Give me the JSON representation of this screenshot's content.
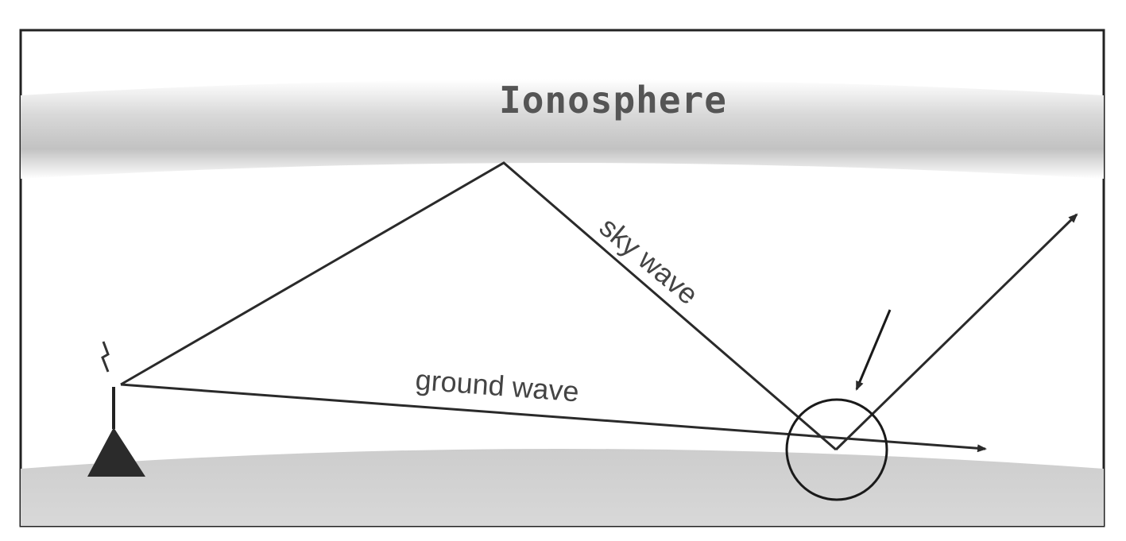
{
  "diagram": {
    "ionosphere_label": "Ionosphere",
    "sky_wave_label": "sky wave",
    "ground_wave_label": "ground wave"
  },
  "icons": {
    "transmitter": "transmitter-tower-icon",
    "signal": "lightning-signal-icon",
    "interference_marker": "circle-highlight",
    "pointer": "arrow-pointer-icon"
  },
  "colors": {
    "frame": "#222222",
    "ionosphere_band": "#c8c8c8",
    "ground": "#cfcfcf",
    "lines": "#2a2a2a",
    "label_text": "#555555"
  }
}
